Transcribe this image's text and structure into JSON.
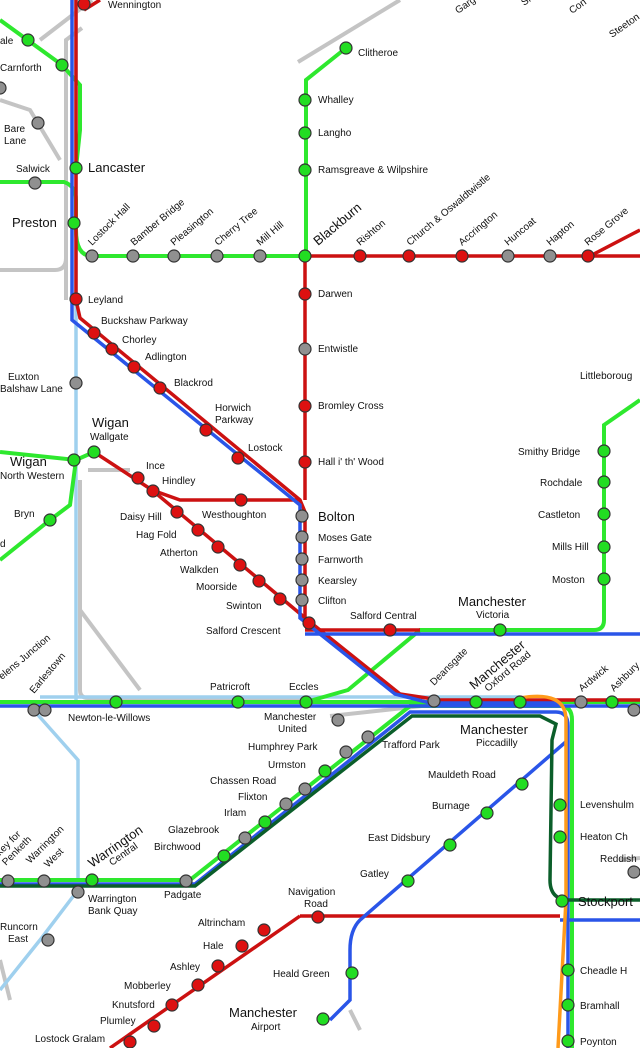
{
  "colors": {
    "green": "#2ee82e",
    "red": "#cc1111",
    "blue": "#2a55e8",
    "light_blue": "#9fd0ee",
    "grey": "#c4c4c4",
    "dark_green": "#0b5e2a",
    "orange": "#ff9a1a",
    "station_green": "#22dd22",
    "station_red": "#dd1111",
    "station_grey": "#909090"
  },
  "labels": {
    "wennington": "Wennington",
    "ale": "ale",
    "carnforth": "Carnforth",
    "bare_lane": [
      "Bare",
      "Lane"
    ],
    "lancaster": "Lancaster",
    "salwick": "Salwick",
    "preston": "Preston",
    "clitheroe": "Clitheroe",
    "whalley": "Whalley",
    "langho": "Langho",
    "ramsgreave": "Ramsgreave & Wilpshire",
    "blackburn": "Blackburn",
    "lostock_hall": "Lostock Hall",
    "bamber_bridge": "Bamber Bridge",
    "pleasington": "Pleasington",
    "cherry_tree": "Cherry Tree",
    "mill_hill": "Mill Hill",
    "rishton": "Rishton",
    "church": "Church & Oswaldtwistle",
    "accrington": "Accrington",
    "huncoat": "Huncoat",
    "hapton": "Hapton",
    "rose_grove": "Rose Grove",
    "gargrave": "Garg",
    "skipton": "Skip",
    "cononley": "Con",
    "steeton": "Steeton",
    "leyland": "Leyland",
    "buckshaw": "Buckshaw Parkway",
    "chorley": "Chorley",
    "adlington": "Adlington",
    "blackrod": "Blackrod",
    "horwich": [
      "Horwich",
      "Parkway"
    ],
    "lostock": "Lostock",
    "euxton": [
      "Euxton",
      "Balshaw Lane"
    ],
    "darwen": "Darwen",
    "entwistle": "Entwistle",
    "bromley_cross": "Bromley Cross",
    "hall_i_th_wood": "Hall i' th' Wood",
    "littleborough": "Littleboroug",
    "wigan_wallgate": [
      "Wigan",
      "Wallgate"
    ],
    "wigan_nw": [
      "Wigan",
      "North Western"
    ],
    "bryn": "Bryn",
    "ince": "Ince",
    "hindley": "Hindley",
    "westhoughton": "Westhoughton",
    "bolton": "Bolton",
    "moses_gate": "Moses Gate",
    "farnworth": "Farnworth",
    "kearsley": "Kearsley",
    "clifton": "Clifton",
    "daisy_hill": "Daisy Hill",
    "hag_fold": "Hag Fold",
    "atherton": "Atherton",
    "walkden": "Walkden",
    "moorside": "Moorside",
    "swinton": "Swinton",
    "salford_crescent": "Salford Crescent",
    "salford_central": "Salford Central",
    "manchester_victoria": [
      "Manchester",
      "Victoria"
    ],
    "smithy_bridge": "Smithy Bridge",
    "rochdale": "Rochdale",
    "castleton": "Castleton",
    "mills_hill": "Mills Hill",
    "moston": "Moston",
    "st_helens": "elens Junction",
    "earlestown": "Earlestown",
    "patricroft": "Patricroft",
    "eccles": "Eccles",
    "deansgate": "Deansgate",
    "oxford_road": [
      "Manchester",
      "Oxford Road"
    ],
    "ardwick": "Ardwick",
    "ashburys": "Ashbury",
    "newton": "Newton-le-Willows",
    "man_united": [
      "Manchester",
      "United"
    ],
    "humphrey_park": "Humphrey Park",
    "trafford_park": "Trafford Park",
    "piccadilly": [
      "Manchester",
      "Piccadilly"
    ],
    "urmston": "Urmston",
    "chassen_road": "Chassen Road",
    "flixton": "Flixton",
    "irlam": "Irlam",
    "glazebrook": "Glazebrook",
    "birchwood": "Birchwood",
    "mauldeth_road": "Mauldeth Road",
    "burnage": "Burnage",
    "east_didsbury": "East Didsbury",
    "gatley": "Gatley",
    "levenshulme": "Levenshulm",
    "heaton_chapel": "Heaton Ch",
    "reddish": "Reddish",
    "penketh": [
      "key for",
      "Penketh"
    ],
    "warrington_west": [
      "Warrington",
      "West"
    ],
    "warrington_central": [
      "Warrington",
      "Central"
    ],
    "warrington_bq": [
      "Warrington",
      "Bank Quay"
    ],
    "padgate": "Padgate",
    "navigation_road": [
      "Navigation",
      "Road"
    ],
    "stockport": "Stockport",
    "runcorn_east": [
      "Runcorn",
      "East"
    ],
    "altrincham": "Altrincham",
    "hale": "Hale",
    "ashley": "Ashley",
    "mobberley": "Mobberley",
    "knutsford": "Knutsford",
    "plumley": "Plumley",
    "lostock_gralam": "Lostock Gralam",
    "heald_green": "Heald Green",
    "airport": [
      "Manchester",
      "Airport"
    ],
    "cheadle_hulme": "Cheadle H",
    "bramhall": "Bramhall",
    "poynton": "Poynton"
  }
}
